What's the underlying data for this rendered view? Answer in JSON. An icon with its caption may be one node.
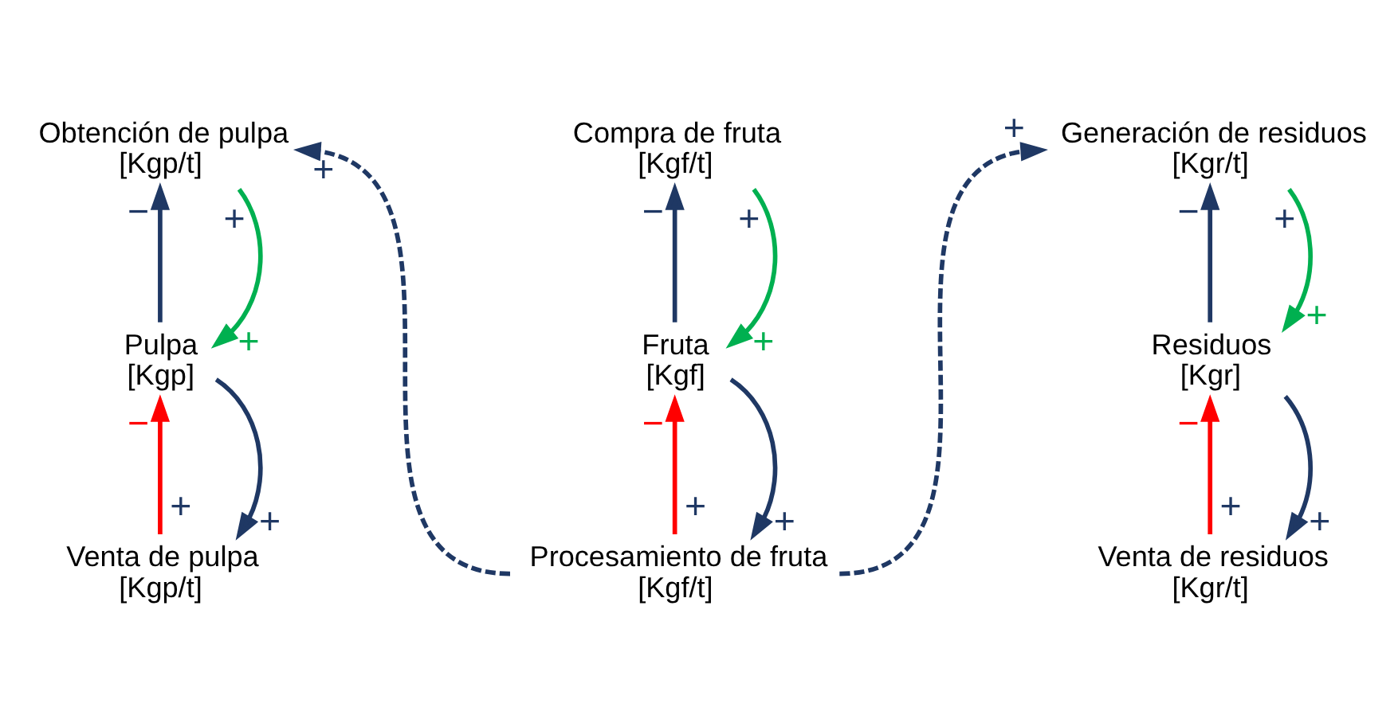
{
  "diagram": {
    "nodes": [
      {
        "text": [
          "Obtención de pulpa",
          "[Kgp/t]"
        ]
      },
      {
        "text": [
          "Pulpa",
          "[Kgp]"
        ]
      },
      {
        "text": [
          "Venta de pulpa",
          "[Kgp/t]"
        ]
      },
      {
        "text": [
          "Compra de fruta",
          "[Kgf/t]"
        ]
      },
      {
        "text": [
          "Fruta",
          "[Kgf]"
        ]
      },
      {
        "text": [
          "Procesamiento de fruta",
          "[Kgf/t]"
        ]
      },
      {
        "text": [
          "Generación de residuos",
          "[Kgr/t]"
        ]
      },
      {
        "text": [
          "Residuos",
          "[Kgr]"
        ]
      },
      {
        "text": [
          "Venta de residuos",
          "[Kgr/t]"
        ]
      }
    ],
    "edges": [
      {
        "from": 1,
        "to": 0,
        "arrow": "to",
        "label": "−"
      },
      {
        "from": 0,
        "to": 1,
        "arrow": "to",
        "label": "+",
        "color": "#00b050"
      },
      {
        "from": 2,
        "to": 1,
        "arrow": "to",
        "label": "−",
        "color": "#ff0000"
      },
      {
        "from": 1,
        "to": 2,
        "arrow": "to",
        "label": "+"
      },
      {
        "from": 4,
        "to": 3,
        "arrow": "to",
        "label": "−"
      },
      {
        "from": 3,
        "to": 4,
        "arrow": "to",
        "label": "+",
        "color": "#00b050"
      },
      {
        "from": 5,
        "to": 4,
        "arrow": "to",
        "label": "−",
        "color": "#ff0000"
      },
      {
        "from": 4,
        "to": 5,
        "arrow": "to",
        "label": "+"
      },
      {
        "from": 7,
        "to": 6,
        "arrow": "to",
        "label": "−"
      },
      {
        "from": 6,
        "to": 7,
        "arrow": "to",
        "label": "+",
        "color": "#00b050"
      },
      {
        "from": 8,
        "to": 7,
        "arrow": "to",
        "label": "−",
        "color": "#ff0000"
      },
      {
        "from": 7,
        "to": 8,
        "arrow": "to",
        "label": "+"
      },
      {
        "from": 5,
        "to": 0,
        "arrow": "to",
        "label": "+",
        "style": "dashed"
      },
      {
        "from": 5,
        "to": 6,
        "arrow": "to",
        "label": "+",
        "style": "dashed"
      }
    ],
    "labels": [
      "+",
      "+",
      "+",
      "+",
      "+",
      "+"
    ]
  }
}
